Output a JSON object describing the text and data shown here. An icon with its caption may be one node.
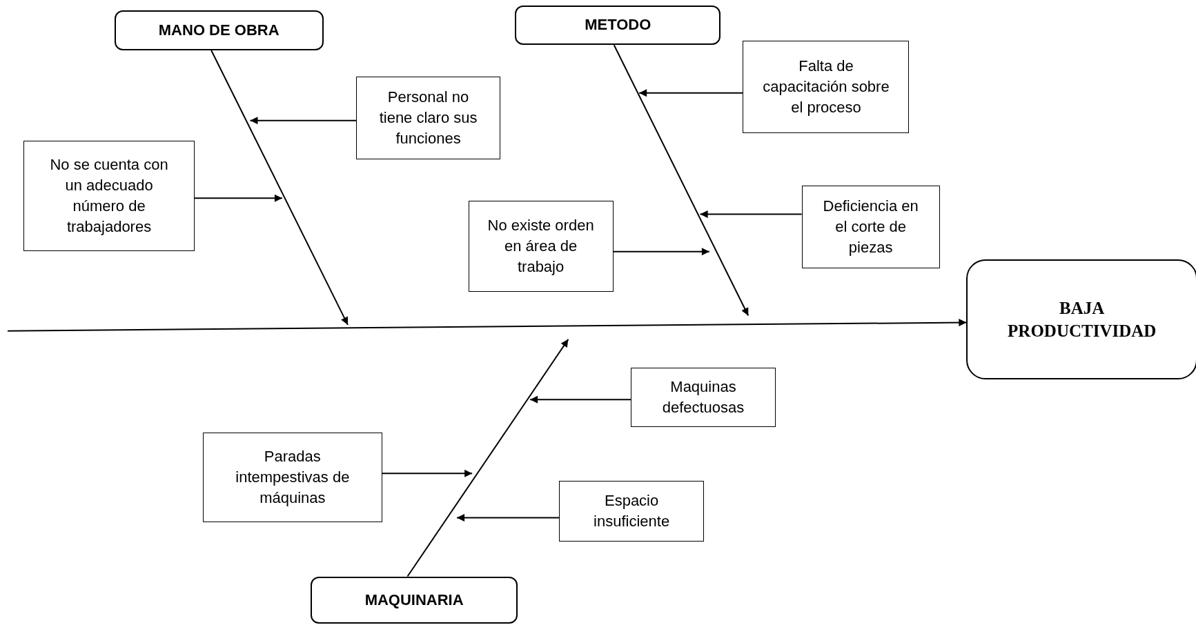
{
  "diagram": {
    "nodes": [
      {
        "text": [
          "MANO DE OBRA"
        ]
      },
      {
        "text": [
          "METODO"
        ]
      },
      {
        "text": [
          "Personal no tiene claro sus funciones"
        ]
      },
      {
        "text": [
          "Falta de capacitación sobre el proceso"
        ]
      },
      {
        "text": [
          "No se cuenta con un adecuado número de trabajadores"
        ]
      },
      {
        "text": [
          "No existe orden en área de trabajo"
        ]
      },
      {
        "text": [
          "Deficiencia en el corte de piezas"
        ]
      },
      {
        "text": [
          "BAJA PRODUCTIVIDAD"
        ]
      },
      {
        "text": [
          "Maquinas defectuosas"
        ]
      },
      {
        "text": [
          "Paradas intempestivas de máquinas"
        ]
      },
      {
        "text": [
          "Espacio insuficiente"
        ]
      },
      {
        "text": [
          "MAQUINARIA"
        ]
      }
    ],
    "edges": [
      {
        "from": 0,
        "to": null,
        "arrow": "to"
      },
      {
        "from": 1,
        "to": null,
        "arrow": "to"
      },
      {
        "from": 2,
        "to": null,
        "arrow": "to"
      },
      {
        "from": 3,
        "to": null,
        "arrow": "to"
      },
      {
        "from": 4,
        "to": null,
        "arrow": "to"
      },
      {
        "from": 5,
        "to": null,
        "arrow": "to"
      },
      {
        "from": 6,
        "to": null,
        "arrow": "to"
      },
      {
        "from": null,
        "to": 7,
        "arrow": "to"
      },
      {
        "from": 11,
        "to": null,
        "arrow": "to"
      },
      {
        "from": 8,
        "to": null,
        "arrow": "to"
      },
      {
        "from": 9,
        "to": null,
        "arrow": "to"
      },
      {
        "from": 10,
        "to": null,
        "arrow": "to"
      }
    ]
  }
}
